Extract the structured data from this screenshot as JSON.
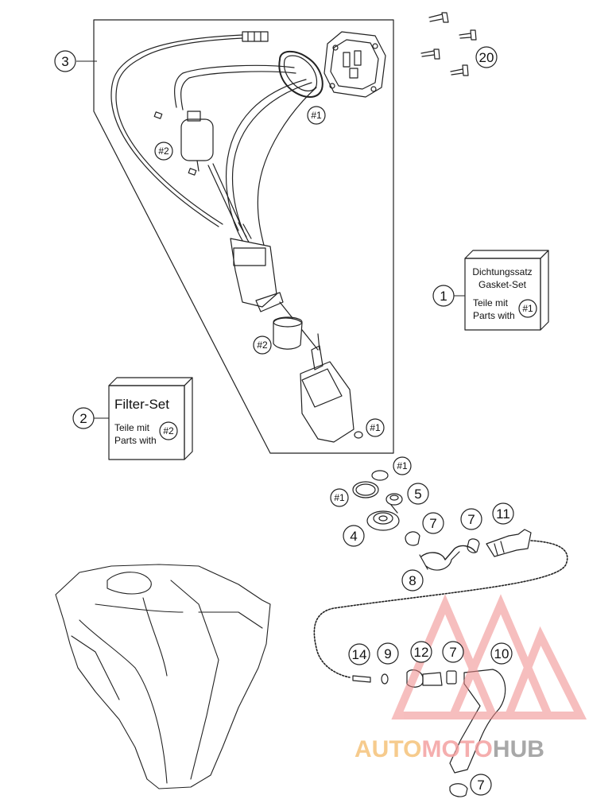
{
  "callouts": {
    "c1": "1",
    "c2": "2",
    "c3": "3",
    "c4": "4",
    "c5": "5",
    "c7a": "7",
    "c7b": "7",
    "c7c": "7",
    "c7d": "7",
    "c8": "8",
    "c9": "9",
    "c10": "10",
    "c11": "11",
    "c12": "12",
    "c14": "14",
    "c20": "20"
  },
  "refs": {
    "r1": "#1",
    "r2": "#2",
    "r3": "#1",
    "r4": "#2",
    "r5": "#1",
    "r6": "#1",
    "r7": "#1"
  },
  "gasket_box": {
    "title_de": "Dichtungssatz",
    "title_en": "Gasket-Set",
    "line_de": "Teile mit",
    "line_en": "Parts with",
    "ref": "#1"
  },
  "filter_box": {
    "title": "Filter-Set",
    "line_de": "Teile mit",
    "line_en": "Parts with",
    "ref": "#2"
  },
  "watermark": {
    "word_a": "AUTO",
    "word_b": "MOTO",
    "word_c": "HUB",
    "color_a": "#f5c27a",
    "color_b": "#f4a0a0",
    "color_c": "#9a9a9a",
    "logo_color": "#f08a8a"
  }
}
